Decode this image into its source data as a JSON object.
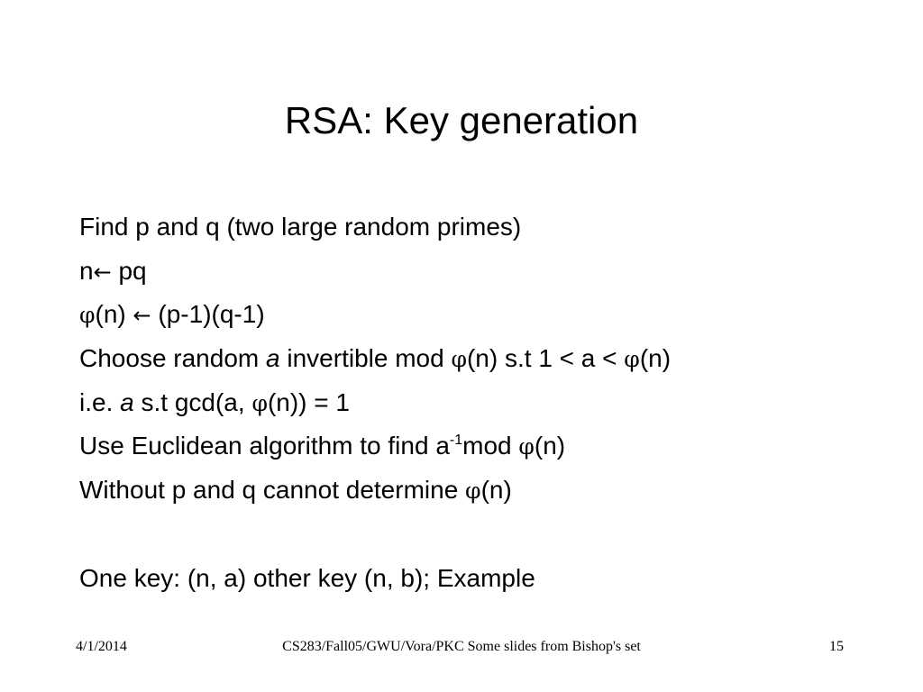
{
  "slide": {
    "title": "RSA: Key generation",
    "lines": {
      "l1": "Find p and q (two large random primes)",
      "l2": {
        "a": "n",
        "arrow": "←",
        "b": " pq"
      },
      "l3": {
        "phi": "φ",
        "a": "(n) ",
        "arrow": "←",
        "b": " (p-1)(q-1)"
      },
      "l4": {
        "a": "Choose random ",
        "var": "a",
        "b": " invertible mod ",
        "phi1": "φ",
        "c": "(n) s.t 1 < a < ",
        "phi2": "φ",
        "d": "(n)"
      },
      "l5": {
        "a": "i.e. ",
        "var": "a",
        "b": " s.t gcd(a, ",
        "phi": "φ",
        "c": "(n)) = 1"
      },
      "l6": {
        "a": "Use Euclidean algorithm to find a",
        "sup": "-1",
        "b": "mod ",
        "phi": "φ",
        "c": "(n)"
      },
      "l7": {
        "a": "Without p and q cannot determine ",
        "phi": "φ",
        "b": "(n)"
      },
      "l8": "One key: (n, a) other key (n, b); Example"
    },
    "footer": {
      "date": "4/1/2014",
      "center": "CS283/Fall05/GWU/Vora/PKC Some slides from Bishop's set",
      "page": "15"
    }
  }
}
